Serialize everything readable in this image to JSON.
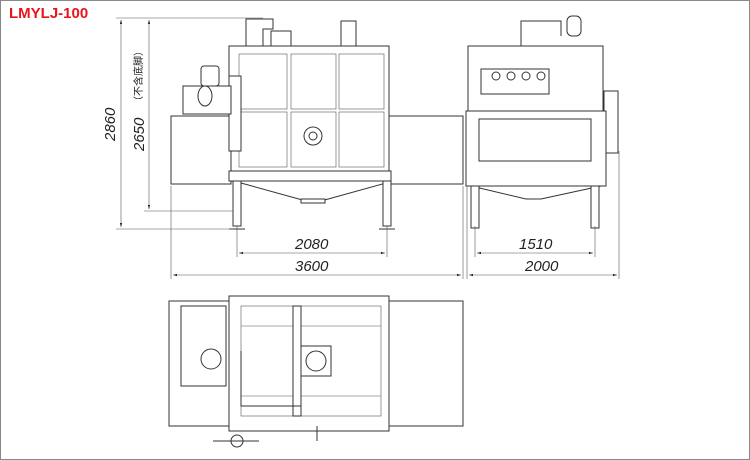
{
  "title": "LMYLJ-100",
  "dimensions": {
    "total_height": "2860",
    "body_height": "2650",
    "body_height_note": "（不含底脚）",
    "front_frame_width": "2080",
    "front_total_width": "3600",
    "side_frame_width": "1510",
    "side_total_width": "2000"
  },
  "colors": {
    "title": "#e8141b",
    "line": "#333333"
  }
}
